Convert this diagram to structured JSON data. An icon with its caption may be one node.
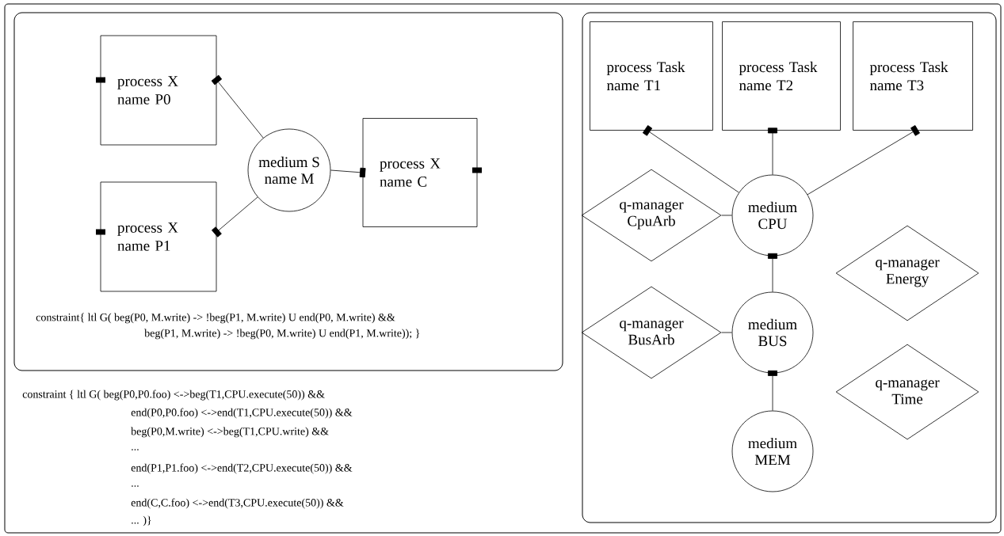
{
  "diagram": {
    "nodes": [
      {
        "text": [
          "constraint{ ltl G( beg(P0, M.write) -> !beg(P1, M.write) U end(P0, M.write) &&",
          "beg(P1, M.write) -> !beg(P0, M.write) U end(P1, M.write)); }"
        ]
      },
      {
        "text": [
          "process X",
          "name P0"
        ],
        "in": 0
      },
      {
        "text": [
          "process X",
          "name P1"
        ],
        "in": 0
      },
      {
        "text": [
          "medium S",
          "name M"
        ],
        "in": 0
      },
      {
        "text": [
          "process X",
          "name C"
        ],
        "in": 0
      },
      {
        "text": [],
        "shape": "box"
      },
      {
        "text": [
          "process Task",
          "name T1"
        ],
        "in": 5
      },
      {
        "text": [
          "process Task",
          "name T2"
        ],
        "in": 5
      },
      {
        "text": [
          "process Task",
          "name T3"
        ],
        "in": 5
      },
      {
        "text": [
          "q-manager",
          "CpuArb"
        ],
        "in": 5
      },
      {
        "text": [
          "medium",
          "CPU"
        ],
        "in": 5
      },
      {
        "text": [
          "q-manager",
          "Energy"
        ],
        "in": 5
      },
      {
        "text": [
          "q-manager",
          "BusArb"
        ],
        "in": 5
      },
      {
        "text": [
          "medium",
          "BUS"
        ],
        "in": 5
      },
      {
        "text": [
          "q-manager",
          "Time"
        ],
        "in": 5
      },
      {
        "text": [
          "medium",
          "MEM"
        ],
        "in": 5
      }
    ],
    "edges": [
      {
        "from": 1,
        "to": 3,
        "arrow": "other"
      },
      {
        "from": 2,
        "to": 3,
        "arrow": "other"
      },
      {
        "from": 3,
        "to": 4,
        "arrow": "other"
      },
      {
        "from": 6,
        "to": 10,
        "arrow": "other"
      },
      {
        "from": 7,
        "to": 10,
        "arrow": "other"
      },
      {
        "from": 8,
        "to": 10,
        "arrow": "other"
      },
      {
        "from": 9,
        "to": 10,
        "arrow": "none"
      },
      {
        "from": 10,
        "to": 13,
        "arrow": "other"
      },
      {
        "from": 12,
        "to": 13,
        "arrow": "none"
      },
      {
        "from": 13,
        "to": 15,
        "arrow": "other"
      }
    ],
    "labels": [
      "constraint { ltl G( beg(P0,P0.foo) <->beg(T1,CPU.execute(50)) &&",
      "end(P0,P0.foo) <->end(T1,CPU.execute(50)) &&",
      "beg(P0,M.write) <->beg(T1,CPU.write) &&",
      "...",
      "end(P1,P1.foo) <->end(T2,CPU.execute(50)) &&",
      "...",
      "end(C,C.foo) <->end(T3,CPU.execute(50)) &&",
      "... )}"
    ]
  }
}
